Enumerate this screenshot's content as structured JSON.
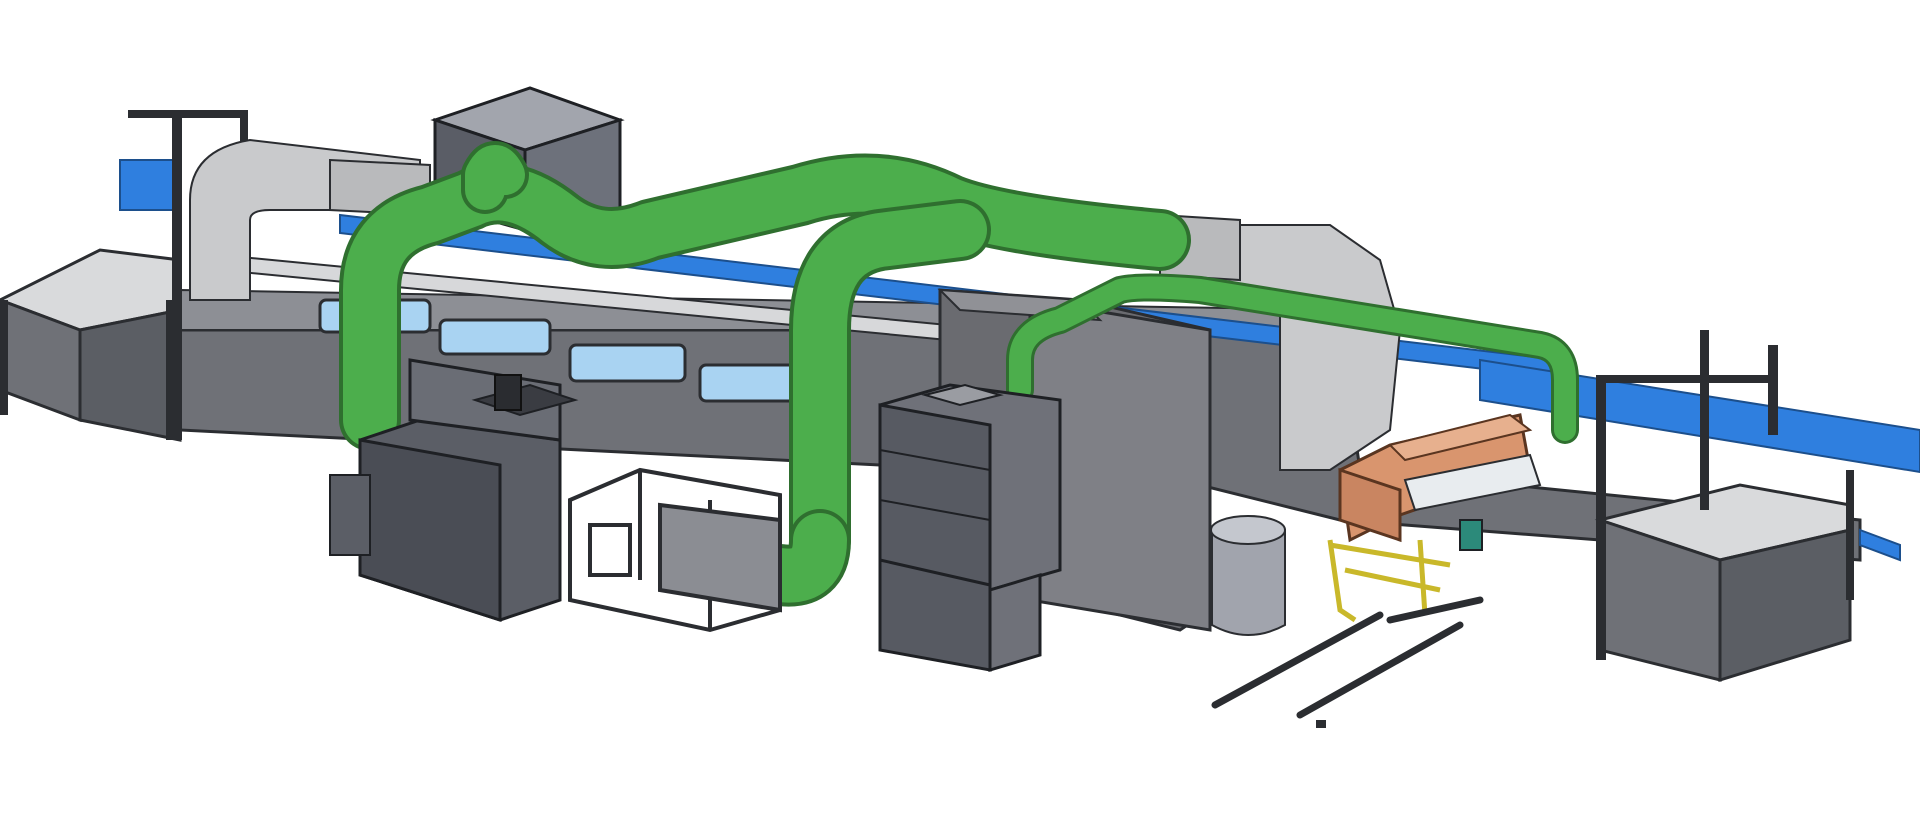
{
  "colors": {
    "background": "#ffffff",
    "frame_dark": "#3a3c40",
    "panel_gray": "#6e7076",
    "panel_dark": "#55575d",
    "table_top": "#d9dadc",
    "duct_gray": "#c9cacc",
    "duct_green": "#4cae4c",
    "duct_green_dark": "#2f7d2f",
    "conveyor_blue": "#2f7fdf",
    "window_blue": "#a9d3f2",
    "copper": "#d9956e",
    "yellow_frame": "#d8cf3c",
    "cabinet": "#5b5e66"
  },
  "components": [
    "left-loading-table",
    "right-unloading-table",
    "main-conveyor-line",
    "gray-air-duct",
    "green-extraction-duct",
    "top-filter-housing",
    "dust-collector-unit",
    "open-frame-housing",
    "electrical-cabinet-stack",
    "tall-gray-enclosure",
    "cylindrical-drum",
    "copper-processing-head",
    "yellow-gantry-frame",
    "floor-rails"
  ]
}
